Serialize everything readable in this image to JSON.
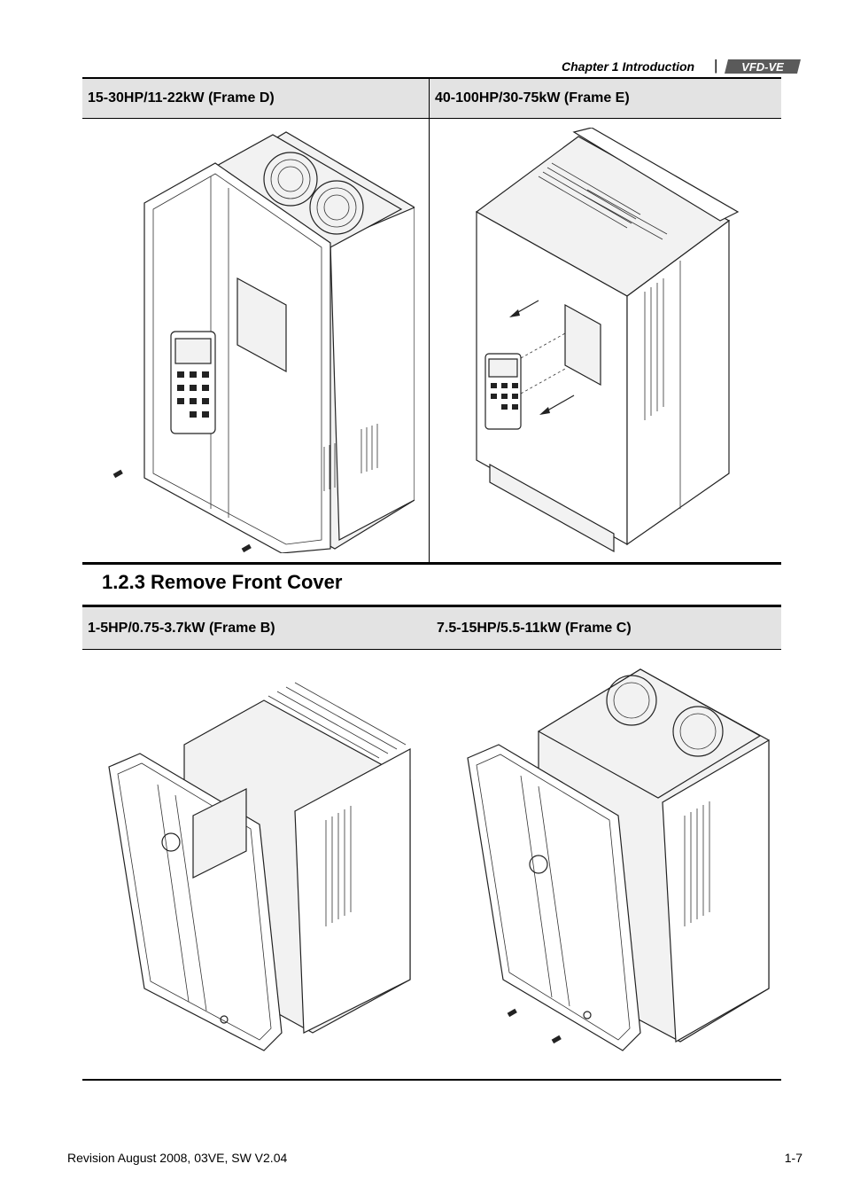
{
  "header": {
    "chapter": "Chapter 1 Introduction",
    "separator": "|",
    "logo_text": "VFD-VE"
  },
  "table_top": {
    "col1_header": "15-30HP/11-22kW (Frame D)",
    "col2_header": "40-100HP/30-75kW (Frame E)"
  },
  "section": {
    "title": "1.2.3 Remove Front Cover"
  },
  "table_bottom": {
    "col1_header": "1-5HP/0.75-3.7kW (Frame B)",
    "col2_header": "7.5-15HP/5.5-11kW (Frame C)"
  },
  "footer": {
    "revision": "Revision August 2008, 03VE, SW V2.04",
    "page": "1-7"
  }
}
